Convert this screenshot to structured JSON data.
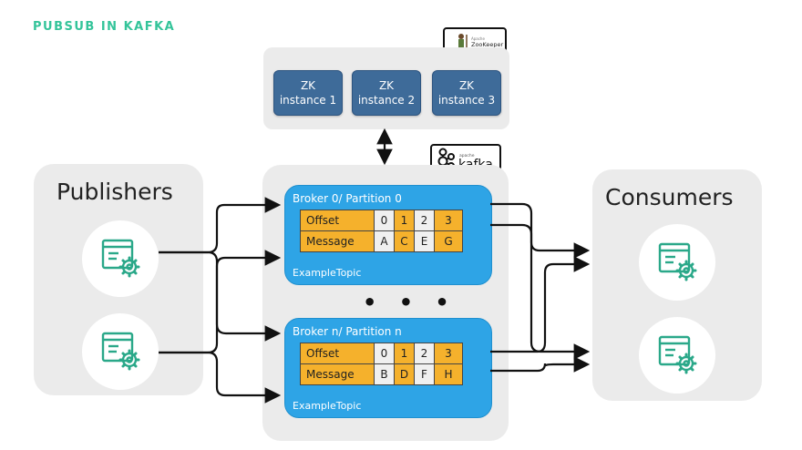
{
  "title": "PUBSUB IN KAFKA",
  "zookeeper": {
    "logo_text": "Apache ZooKeeper",
    "instances": [
      "ZK instance 1",
      "ZK instance 2",
      "ZK instance 3"
    ],
    "instance_lines": [
      [
        "ZK",
        "instance 1"
      ],
      [
        "ZK",
        "instance 2"
      ],
      [
        "ZK",
        "instance 3"
      ]
    ]
  },
  "kafka_logo": {
    "small": "apache",
    "name": "kafka"
  },
  "publishers": {
    "label": "Publishers",
    "count": 2,
    "icon": "app-gear-icon"
  },
  "consumers": {
    "label": "Consumers",
    "count": 2,
    "icon": "app-gear-icon"
  },
  "brokers": [
    {
      "title": "Broker 0/ Partition 0",
      "offset_label": "Offset",
      "message_label": "Message",
      "offsets": [
        "0",
        "1",
        "2",
        "3"
      ],
      "messages": [
        "A",
        "C",
        "E",
        "G"
      ],
      "topic": "ExampleTopic"
    },
    {
      "title": "Broker n/ Partition n",
      "offset_label": "Offset",
      "message_label": "Message",
      "offsets": [
        "0",
        "1",
        "2",
        "3"
      ],
      "messages": [
        "B",
        "D",
        "F",
        "H"
      ],
      "topic": "ExampleTopic"
    }
  ],
  "ellipsis": "• • •",
  "colors": {
    "title": "#34c49a",
    "panel": "#ebebeb",
    "zk_box": "#3e6b99",
    "broker": "#2ea4e6",
    "cell_highlight": "#f5b12c",
    "cell_plain": "#f0f0f0",
    "icon_teal": "#2aa889"
  }
}
